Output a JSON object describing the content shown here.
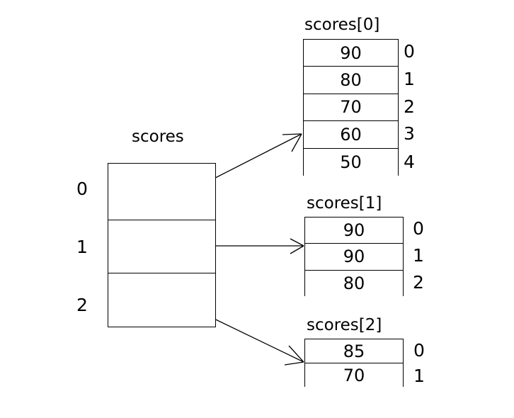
{
  "diagram": {
    "title": "scores",
    "main_array": {
      "label": "scores",
      "indices": [
        "0",
        "1",
        "2"
      ],
      "cells": [
        "",
        "",
        ""
      ]
    },
    "sub_arrays": [
      {
        "label": "scores[0]",
        "values": [
          "90",
          "80",
          "70",
          "60",
          "50"
        ],
        "indices": [
          "0",
          "1",
          "2",
          "3",
          "4"
        ]
      },
      {
        "label": "scores[1]",
        "values": [
          "90",
          "90",
          "80"
        ],
        "indices": [
          "0",
          "1",
          "2"
        ]
      },
      {
        "label": "scores[2]",
        "values": [
          "85",
          "70"
        ],
        "indices": [
          "0",
          "1"
        ]
      }
    ],
    "colors": {
      "stroke": "#000000",
      "background": "#ffffff",
      "text": "#000000"
    }
  }
}
